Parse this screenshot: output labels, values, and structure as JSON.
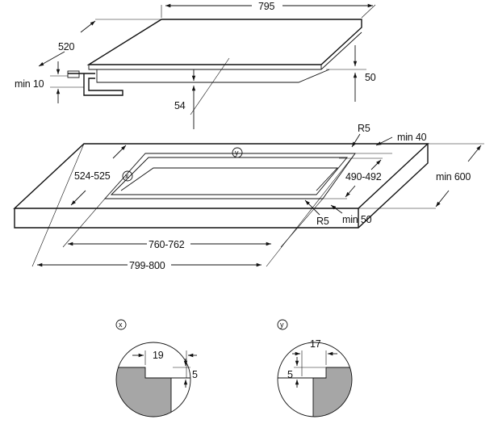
{
  "hob": {
    "width": "795",
    "depth": "520",
    "height": "50",
    "depth_below": "54",
    "min_clearance": "min 10"
  },
  "cutout": {
    "radius_top": "R5",
    "radius_bottom": "R5",
    "min_back": "min 40",
    "min_front": "min 50",
    "worktop_depth": "min 600",
    "cut_depth_side": "524-525",
    "cut_depth": "490-492",
    "cut_width_inner": "760-762",
    "cut_width_outer": "799-800",
    "marker_x": "x",
    "marker_y": "y"
  },
  "detail_x": {
    "marker": "x",
    "width": "19",
    "depth": "5"
  },
  "detail_y": {
    "marker": "y",
    "width": "17",
    "depth": "5"
  },
  "colors": {
    "line": "#111111",
    "fill": "#a6a6a6"
  }
}
